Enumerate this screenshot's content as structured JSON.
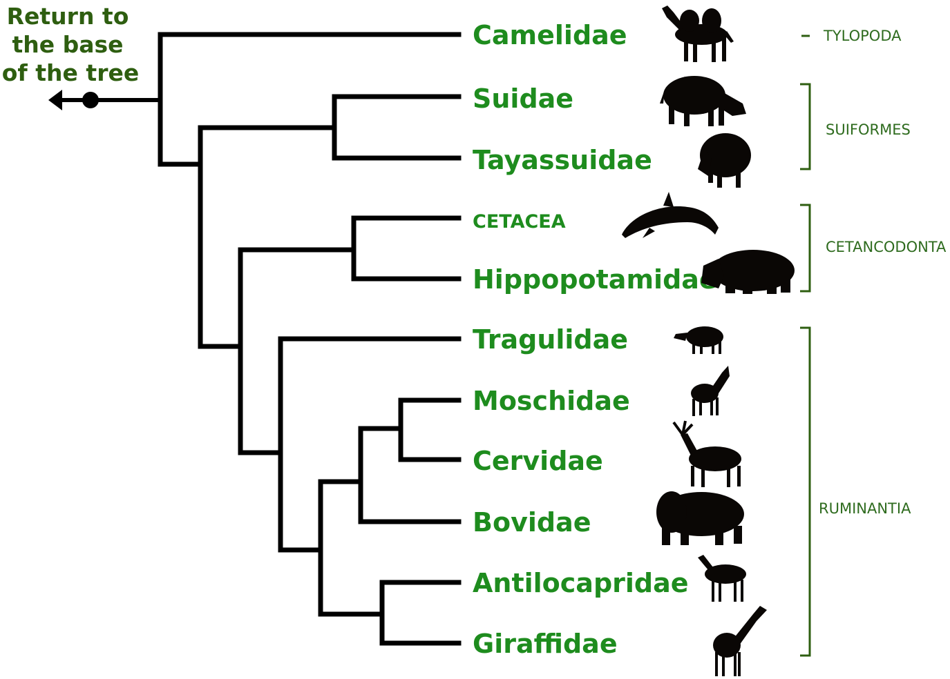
{
  "return_link": {
    "lines": [
      "Return to",
      "the base",
      "of the tree"
    ]
  },
  "taxa": [
    {
      "label": "Camelidae",
      "icon": "camel-icon"
    },
    {
      "label": "Suidae",
      "icon": "pig-icon"
    },
    {
      "label": "Tayassuidae",
      "icon": "peccary-icon"
    },
    {
      "label": "CETACEA",
      "icon": "dolphin-icon"
    },
    {
      "label": "Hippopotamidae",
      "icon": "hippo-icon"
    },
    {
      "label": "Tragulidae",
      "icon": "chevrotain-icon"
    },
    {
      "label": "Moschidae",
      "icon": "musk-deer-icon"
    },
    {
      "label": "Cervidae",
      "icon": "deer-icon"
    },
    {
      "label": "Bovidae",
      "icon": "bison-icon"
    },
    {
      "label": "Antilocapridae",
      "icon": "pronghorn-icon"
    },
    {
      "label": "Giraffidae",
      "icon": "giraffe-icon"
    }
  ],
  "groups": [
    {
      "label": "TYLOPODA"
    },
    {
      "label": "SUIFORMES"
    },
    {
      "label": "CETANCODONTA"
    },
    {
      "label": "RUMINANTIA"
    }
  ],
  "colors": {
    "taxon": "#1e8c1e",
    "group": "#2e6b1e",
    "return_text": "#2e5e10",
    "branch": "#000000"
  }
}
